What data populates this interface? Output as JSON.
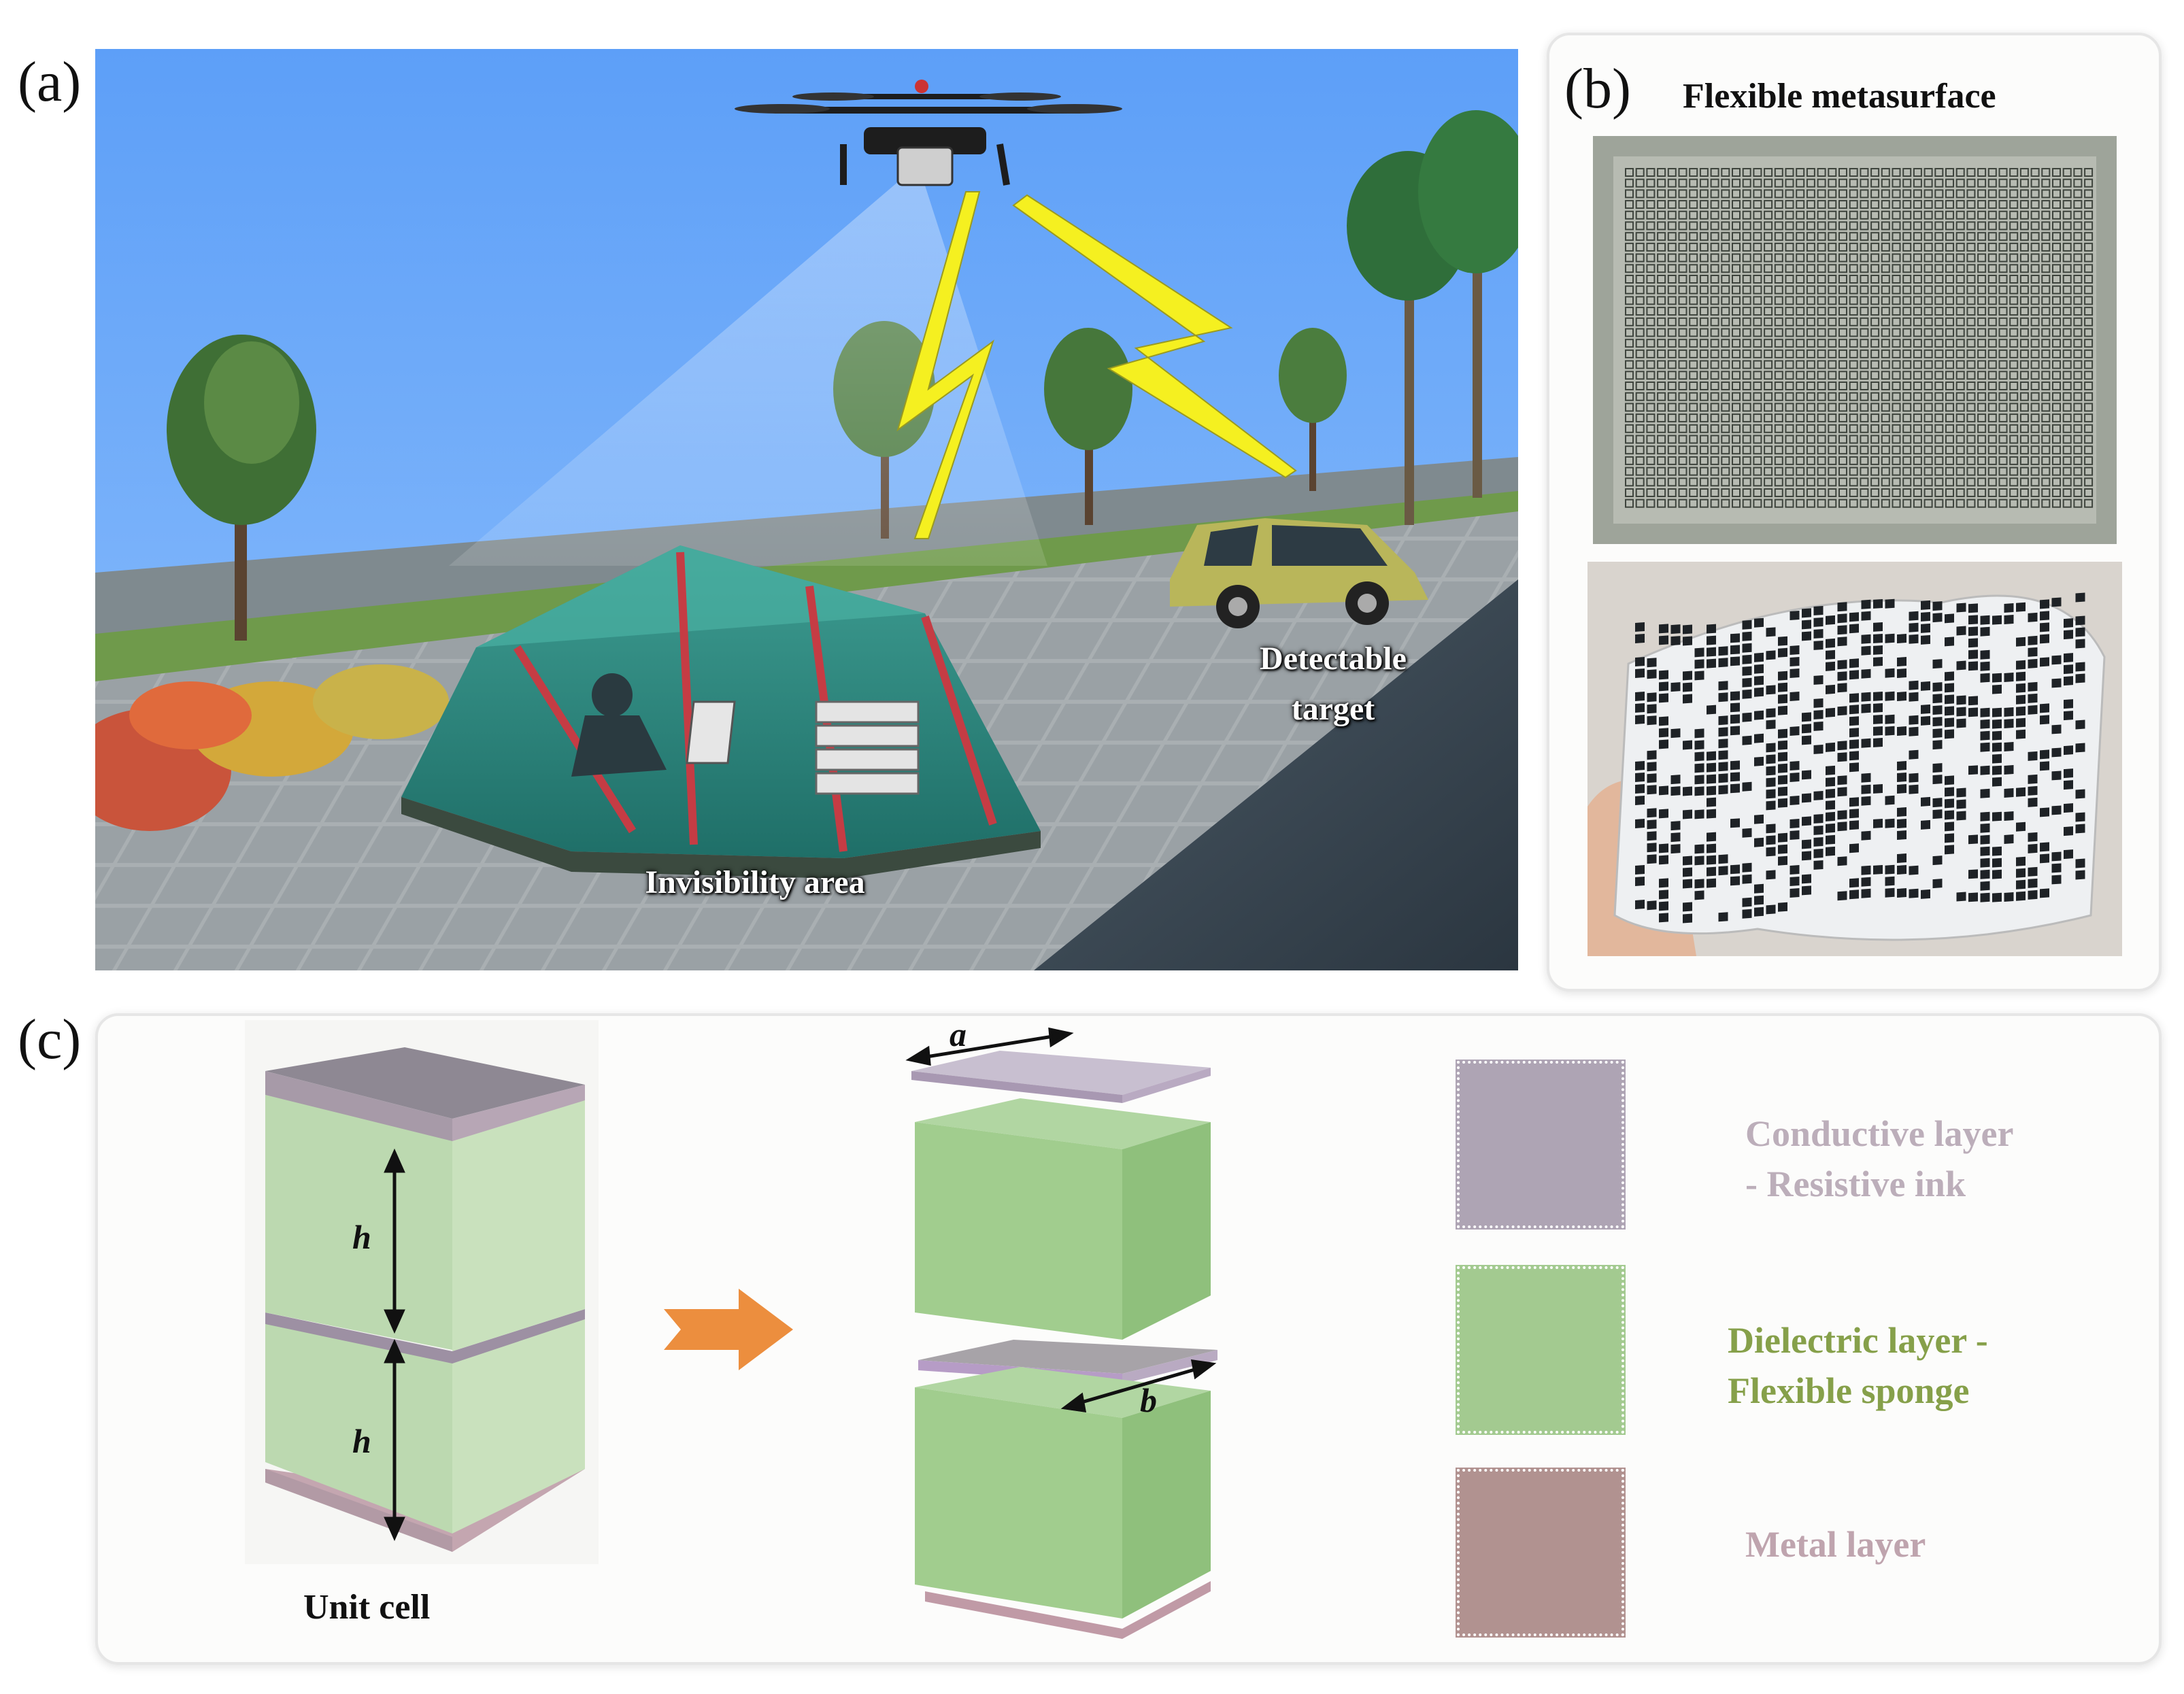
{
  "panel_a": {
    "label": "(a)",
    "invisibility_area": "Invisibility area",
    "detectable_target_line1": "Detectable",
    "detectable_target_line2": "target"
  },
  "panel_b": {
    "label": "(b)",
    "title": "Flexible metasurface"
  },
  "panel_c": {
    "label": "(c)",
    "unit_cell_caption": "Unit cell",
    "dim_h_top": "h",
    "dim_h_bottom": "h",
    "dim_a": "a",
    "dim_b": "b",
    "legend": [
      {
        "line1": "Conductive layer",
        "line2": "- Resistive ink",
        "swatch": "#aea4b4",
        "text_color": "#bcaeba"
      },
      {
        "line1": "Dielectric layer -",
        "line2": "Flexible sponge",
        "swatch": "#a3ca90",
        "text_color": "#86a04a"
      },
      {
        "line1": "Metal layer",
        "line2": "",
        "swatch": "#b19290",
        "text_color": "#bfa4ae"
      }
    ]
  },
  "colors": {
    "sky": "#6ea8f8",
    "dielectric": "#a7cf96",
    "conductive": "#aea4b4",
    "metal": "#b19290",
    "arrow": "#ec8e3e",
    "lightning": "#f5f020"
  }
}
